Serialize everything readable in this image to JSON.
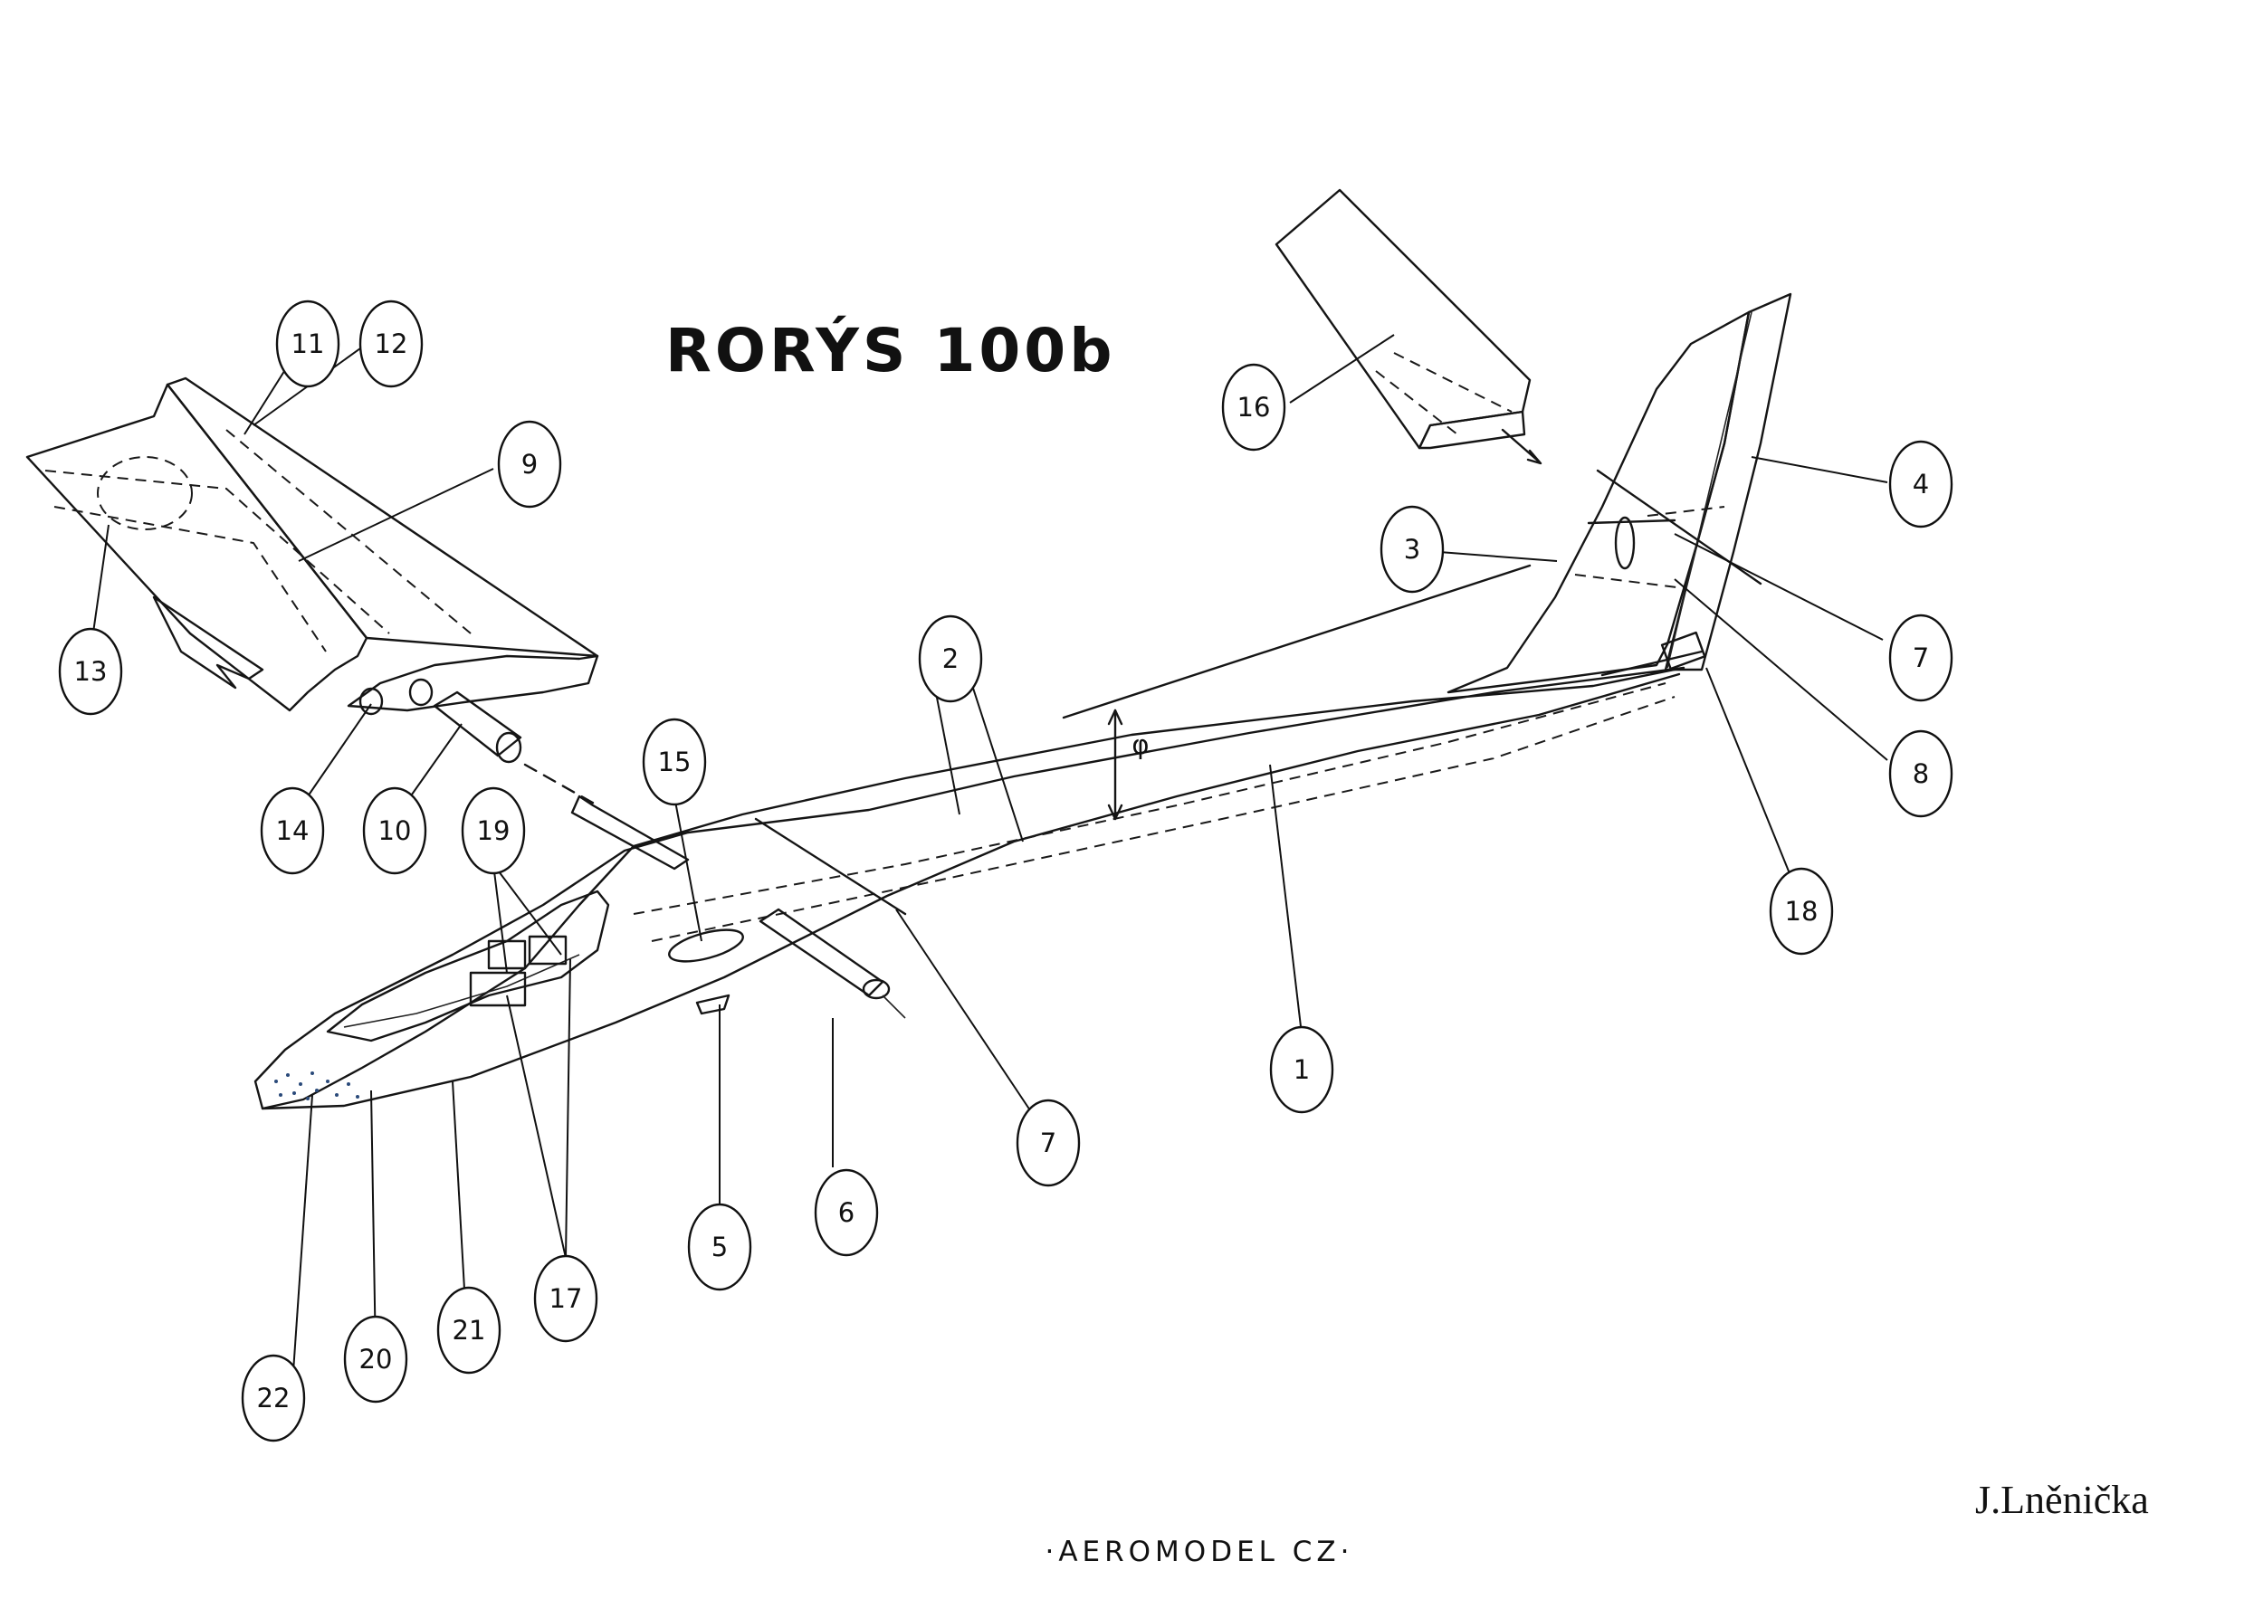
{
  "title": "RORÝS 100b",
  "author": "J.Lněnička",
  "publisher": "·AEROMODEL CZ·",
  "angle_symbol": "φ",
  "colors": {
    "fuselage": "#a9cdef",
    "wing": "#f6e3a6",
    "leading_edge": "#f28c28",
    "root_rib": "#e8a77d",
    "fin": "#a9cdef",
    "rudder": "#f6f06a",
    "stabilizer": "#f7e2b2"
  },
  "callouts": [
    {
      "id": "1",
      "label": "1"
    },
    {
      "id": "2",
      "label": "2"
    },
    {
      "id": "3",
      "label": "3"
    },
    {
      "id": "4",
      "label": "4"
    },
    {
      "id": "5",
      "label": "5"
    },
    {
      "id": "6",
      "label": "6"
    },
    {
      "id": "7a",
      "label": "7"
    },
    {
      "id": "7b",
      "label": "7"
    },
    {
      "id": "8",
      "label": "8"
    },
    {
      "id": "9",
      "label": "9"
    },
    {
      "id": "10",
      "label": "10"
    },
    {
      "id": "11",
      "label": "11"
    },
    {
      "id": "12",
      "label": "12"
    },
    {
      "id": "13",
      "label": "13"
    },
    {
      "id": "14",
      "label": "14"
    },
    {
      "id": "15",
      "label": "15"
    },
    {
      "id": "16",
      "label": "16"
    },
    {
      "id": "17",
      "label": "17"
    },
    {
      "id": "18",
      "label": "18"
    },
    {
      "id": "19",
      "label": "19"
    },
    {
      "id": "20",
      "label": "20"
    },
    {
      "id": "21",
      "label": "21"
    },
    {
      "id": "22",
      "label": "22"
    }
  ]
}
